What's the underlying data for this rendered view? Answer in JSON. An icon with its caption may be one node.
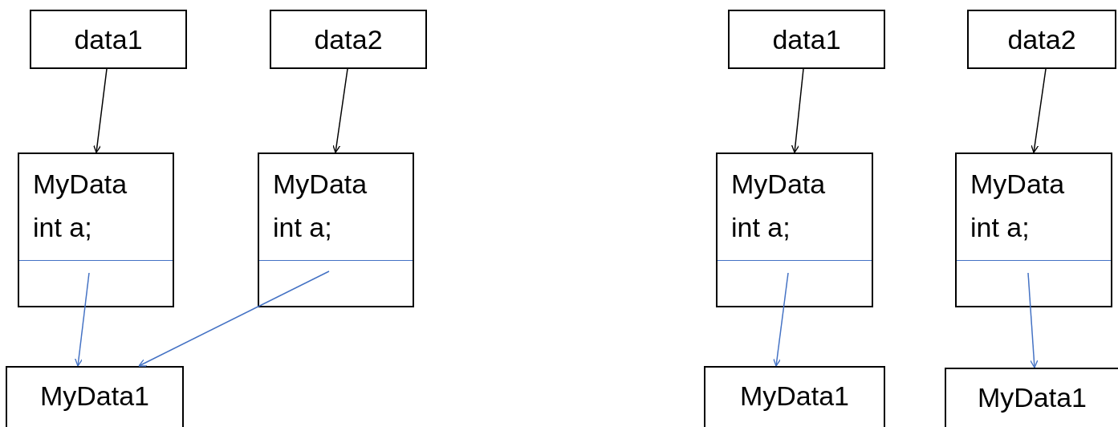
{
  "diagram": {
    "nodes": [
      {
        "text": [
          "data1"
        ]
      },
      {
        "text": [
          "data2"
        ]
      },
      {
        "text": [
          "MyData",
          "int a;"
        ]
      },
      {
        "text": [
          "MyData",
          "int a;"
        ]
      },
      {
        "text": [
          "MyData1"
        ]
      },
      {
        "text": [
          "data1"
        ]
      },
      {
        "text": [
          "data2"
        ]
      },
      {
        "text": [
          "MyData",
          "int a;"
        ]
      },
      {
        "text": [
          "MyData",
          "int a;"
        ]
      },
      {
        "text": [
          "MyData1"
        ]
      },
      {
        "text": [
          "MyData1"
        ]
      }
    ],
    "edges": [
      {
        "from": 0,
        "to": 2,
        "arrow": "to"
      },
      {
        "from": 1,
        "to": 3,
        "arrow": "to"
      },
      {
        "from": 2,
        "to": 4,
        "arrow": "to",
        "color": "#4472c4"
      },
      {
        "from": 3,
        "to": 4,
        "arrow": "to",
        "color": "#4472c4"
      },
      {
        "from": 5,
        "to": 7,
        "arrow": "to"
      },
      {
        "from": 6,
        "to": 8,
        "arrow": "to"
      },
      {
        "from": 7,
        "to": 9,
        "arrow": "to",
        "color": "#4472c4"
      },
      {
        "from": 8,
        "to": 10,
        "arrow": "to",
        "color": "#4472c4"
      }
    ]
  }
}
